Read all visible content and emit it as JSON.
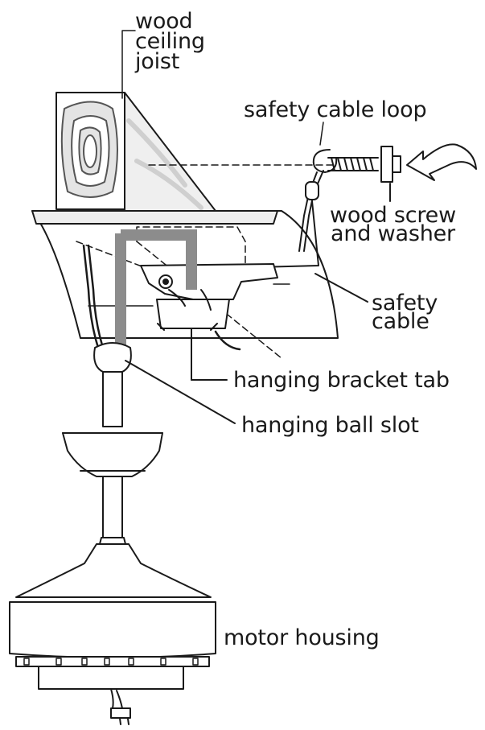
{
  "labels": {
    "wood_ceiling_joist": "wood\nceiling\njoist",
    "safety_cable_loop": "safety cable loop",
    "wood_screw_and_washer": "wood screw\nand washer",
    "safety_cable": "safety\ncable",
    "hanging_bracket_tab": "hanging bracket tab",
    "hanging_ball_slot": "hanging ball slot",
    "motor_housing": "motor housing"
  },
  "colors": {
    "line": "#1a1a1a",
    "highlight_bracket": "#8c8c8c",
    "wood_shading": "#d9d9d9",
    "background": "#ffffff"
  }
}
